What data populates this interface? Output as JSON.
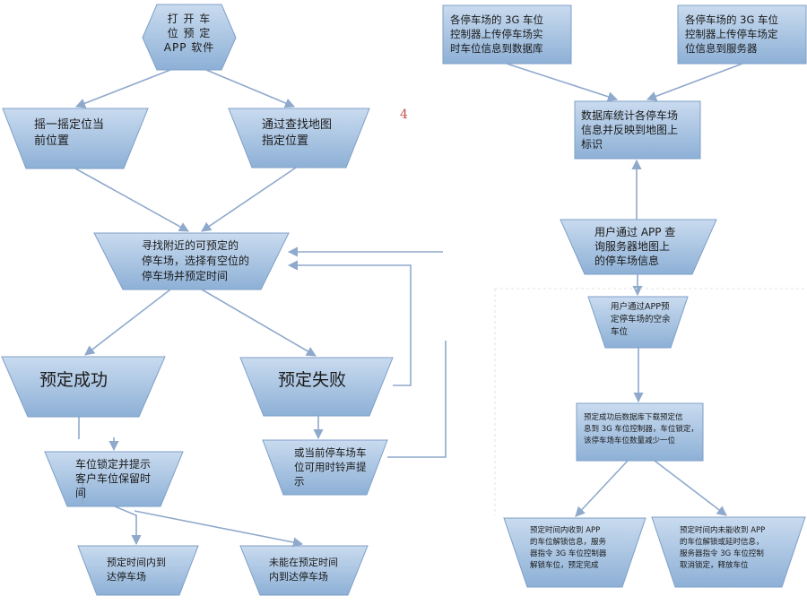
{
  "colors": {
    "fill_top": "#c9dbef",
    "fill_bottom": "#8db0d6",
    "stroke": "#7f9fc7",
    "arrow": "#8fa9cc"
  },
  "page_marker": "4",
  "left": {
    "start": "打 开 车\n位 预 定\nAPP 软件",
    "shake": "摇一摇定位当\n前位置",
    "map": "通过查找地图\n指定位置",
    "search": "寻找附近的可预定的\n停车场，选择有空位的\n停车场并预定时间",
    "success": "预定成功",
    "fail": "预定失败",
    "lock": "车位锁定并提示\n客户车位保留时\n间",
    "ring": "或当前停车场车\n位可用时铃声提\n示",
    "arrive": "预定时间内到\n达停车场",
    "miss": "未能在预定时间\n内到达停车场"
  },
  "right": {
    "realtime": "各停车场的 3G 车位\n控制器上传停车场实\n时车位信息到数据库",
    "location": "各停车场的 3G 车位\n控制器上传停车场定\n位信息到服务器",
    "stats": "数据库统计各停车场\n信息并反映到地图上\n标识",
    "query": "用户通过 APP 查\n询服务器地图上\n的停车场信息",
    "reserve": "用户通过APP预\n定停车场的空余\n车位",
    "download": "预定成功后数据库下载预定信\n息到 3G 车位控制器，车位锁定，\n该停车场车位数量减少一位",
    "unlock": "预定时间内收到 APP\n的车位解锁信息，服务\n器指令 3G 车位控制器\n解锁车位，预定完成",
    "release": "预定时间内未能收到 APP\n的车位解锁或延时信息，\n服务器指令 3G 车位控制\n取消锁定，释放车位"
  }
}
